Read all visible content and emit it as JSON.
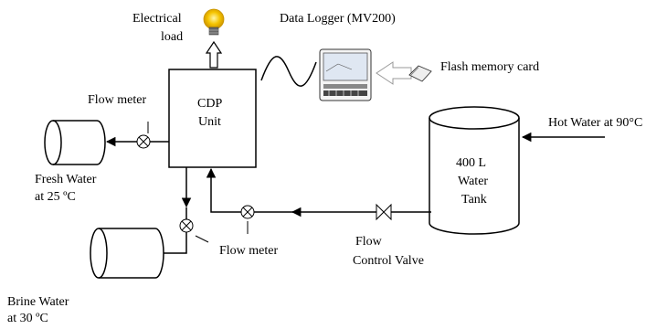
{
  "labels": {
    "electrical_load": [
      "Electrical",
      "load"
    ],
    "data_logger": "Data Logger (MV200)",
    "flash_card": "Flash memory card",
    "cdp_unit": [
      "CDP",
      "Unit"
    ],
    "hot_water": "Hot Water at 90°C",
    "tank": [
      "400 L",
      "Water",
      "Tank"
    ],
    "flow_meter_top": "Flow meter",
    "flow_meter_bottom": "Flow meter",
    "fresh_water": [
      "Fresh Water",
      "at 25 ºC"
    ],
    "brine_water": [
      "Brine Water",
      "at 30 ºC"
    ],
    "flow_control_valve": [
      "Flow",
      "Control Valve"
    ]
  },
  "icons": [
    "light-bulb-icon",
    "data-logger-icon",
    "flash-memory-card-icon",
    "flow-meter-icon",
    "valve-icon"
  ],
  "colors": {
    "bulb_glow": "#f5c400",
    "line": "#000000"
  }
}
